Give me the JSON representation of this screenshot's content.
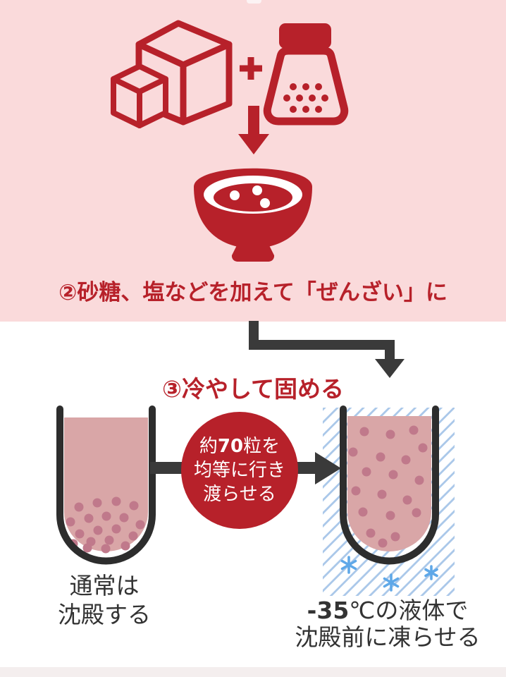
{
  "steps": {
    "step2": {
      "heading": "②砂糖、塩などを加えて「ぜんざい」に"
    },
    "step3": {
      "heading": "③冷やして固める"
    }
  },
  "callout": {
    "line1_pre": "約",
    "line1_num": "70",
    "line1_post": "粒を",
    "line2": "均等に行き",
    "line3": "渡らせる"
  },
  "tubes": {
    "normal": {
      "caption_line1": "通常は",
      "caption_line2": "沈殿する"
    },
    "frozen": {
      "caption_line1_bold": "-35",
      "caption_line1_rest": "℃の液体で",
      "caption_line2": "沈殿前に凍らせる"
    }
  },
  "icons": {
    "sugar_cubes": "sugar-cubes-icon",
    "plus": "plus-icon",
    "salt_shaker": "salt-shaker-icon",
    "down_arrow": "down-arrow-icon",
    "bowl": "zenzai-bowl-icon",
    "elbow_arrow": "elbow-arrow-icon",
    "transfer_arrow": "transfer-arrow-icon",
    "snowflake": "snowflake-icon"
  },
  "colors": {
    "background_pink": "#fadadb",
    "accent_red": "#b7212a",
    "arrow_dark": "#3a3a3a",
    "tube_stroke": "#2d2d2d",
    "liquid_pink": "#d9a6a7",
    "bean_dot": "#c0798b",
    "hatch_blue": "#a9c7e9",
    "snowflake_blue": "#5fa8e8",
    "caption_text": "#333333",
    "bottom_strip": "#f4eeee"
  }
}
